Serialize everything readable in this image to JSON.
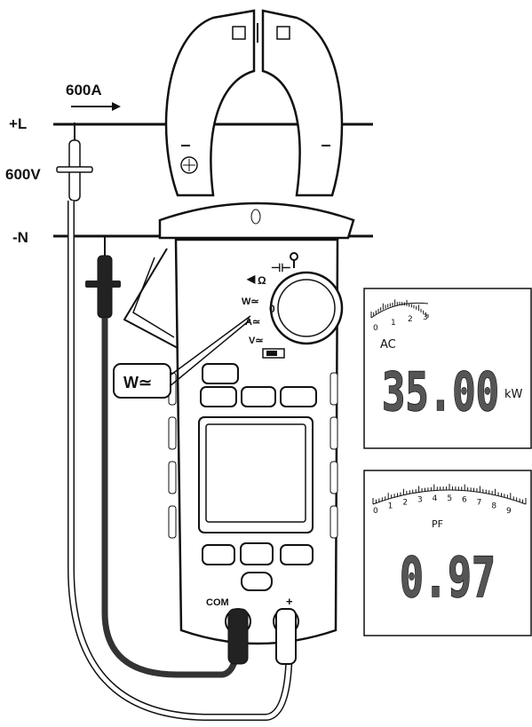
{
  "circuit": {
    "current_label": "600A",
    "voltage_label": "600V",
    "live_label": "+L",
    "neutral_label": "-N"
  },
  "meter": {
    "mode_callout": "W≃",
    "dial": {
      "power_mode": "W≃",
      "current_mode": "A≃",
      "voltage_mode": "V≃",
      "off_mark": "0"
    },
    "terminals": {
      "com": "COM",
      "plus": "+"
    }
  },
  "display_power": {
    "mode": "AC",
    "value": "35.00",
    "unit": "kW",
    "scale_ticks": [
      "0",
      "1",
      "2",
      "3"
    ]
  },
  "display_pf": {
    "label": "PF",
    "value": "0.97",
    "scale_ticks": [
      "0",
      "1",
      "2",
      "3",
      "4",
      "5",
      "6",
      "7",
      "8",
      "9"
    ]
  },
  "colors": {
    "outline": "#111111",
    "lcd_digit": "#555555",
    "paper": "#ffffff"
  }
}
